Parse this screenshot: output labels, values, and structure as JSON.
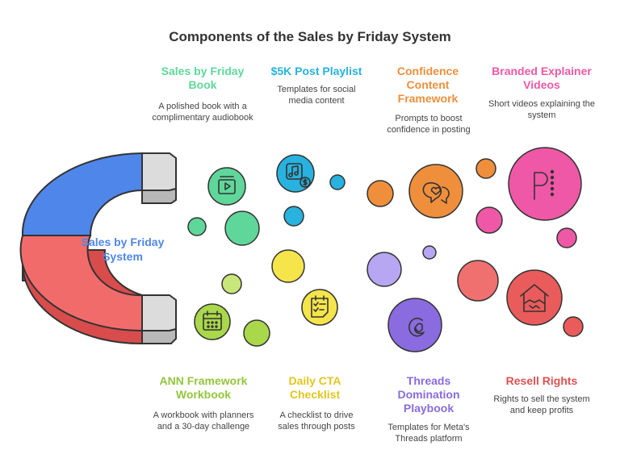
{
  "title": "Components of the Sales by Friday System",
  "center_label": "Sales by Friday System",
  "colors": {
    "blue": "#4f86e9",
    "red": "#f26b6b",
    "green": "#5fd79a",
    "cyan": "#27b2df",
    "orange": "#ef8f3c",
    "pink": "#ee58a6",
    "lime": "#93c63c",
    "yellow": "#f6e54a",
    "purple": "#8a6be0",
    "dark_red": "#e15050"
  },
  "items": [
    {
      "title": "Sales by Friday Book",
      "description": "A polished book with a complimentary audiobook",
      "icon": "book-video-icon"
    },
    {
      "title": "$5K Post Playlist",
      "description": "Templates for social media content",
      "icon": "music-dollar-icon"
    },
    {
      "title": "Confidence Content Framework",
      "description": "Prompts to boost confidence in posting",
      "icon": "speech-bubbles-icon"
    },
    {
      "title": "Branded Explainer Videos",
      "description": "Short videos explaining the system",
      "icon": "p-logo-icon"
    },
    {
      "title": "ANN Framework Workbook",
      "description": "A workbook with planners and a 30-day challenge",
      "icon": "calendar-icon"
    },
    {
      "title": "Daily CTA Checklist",
      "description": "A checklist to drive sales through posts",
      "icon": "checklist-icon"
    },
    {
      "title": "Threads Domination Playbook",
      "description": "Templates for Meta's Threads platform",
      "icon": "threads-icon"
    },
    {
      "title": "Resell Rights",
      "description": "Rights to sell the system and keep profits",
      "icon": "house-handshake-icon"
    }
  ]
}
